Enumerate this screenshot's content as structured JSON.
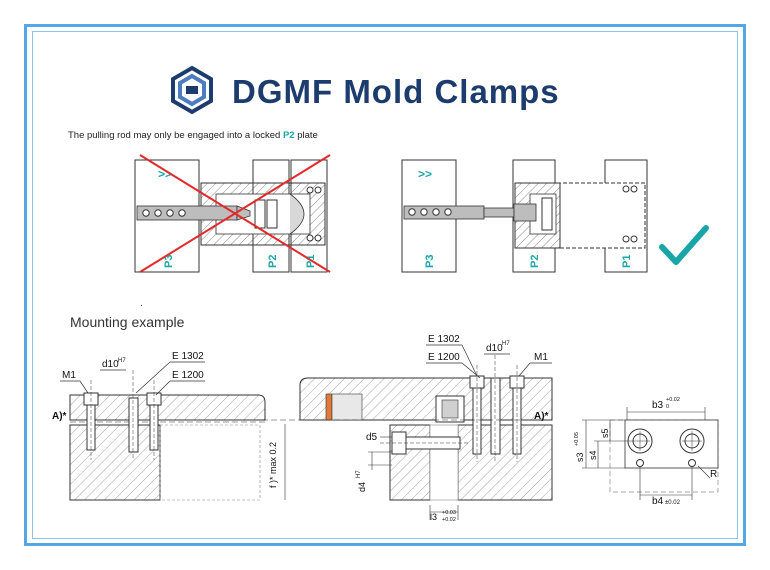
{
  "header": {
    "title": "DGMF Mold Clamps"
  },
  "note": {
    "prefix": "The pulling rod may only be engaged into a locked ",
    "highlight": "P2",
    "suffix": " plate"
  },
  "top_left": {
    "arrows": ">>",
    "plates": [
      "P3",
      "P2",
      "P1"
    ]
  },
  "top_right": {
    "arrows": ">>",
    "plates": [
      "P3",
      "P2",
      "P1"
    ]
  },
  "dot": ".",
  "mounting": {
    "title": "Mounting example",
    "left": {
      "m1": "M1",
      "d10": "d10",
      "d10_sup": "H7",
      "e1302": "E 1302",
      "e1200": "E 1200",
      "a": "A)*"
    },
    "center": {
      "e1302": "E 1302",
      "e1200": "E 1200",
      "d10": "d10",
      "d10_sup": "H7",
      "m1": "M1",
      "a": "A)*",
      "f": "f )* max 0.2",
      "d5": "d5",
      "d4": "d4",
      "d4_sup": "H7",
      "l3": "l3",
      "l3_tol_top": "+0.03",
      "l3_tol_bot": "+0.02"
    },
    "right": {
      "b3": "b3",
      "b3_tol_top": "+0.02",
      "b3_tol_bot": "0",
      "s3": "s3",
      "s3_tol": "+0.05",
      "s4": "s4",
      "s5": "s5",
      "b4": "b4",
      "b4_tol": "±0.02",
      "r": "R"
    }
  },
  "colors": {
    "frame": "#55a6e4",
    "teal": "#1aa7a7",
    "cross": "#e32a2a",
    "check": "#19a5a7",
    "logo_dark": "#1d3c6e",
    "logo_light": "#4a7ec0",
    "orange": "#e07a3a"
  }
}
